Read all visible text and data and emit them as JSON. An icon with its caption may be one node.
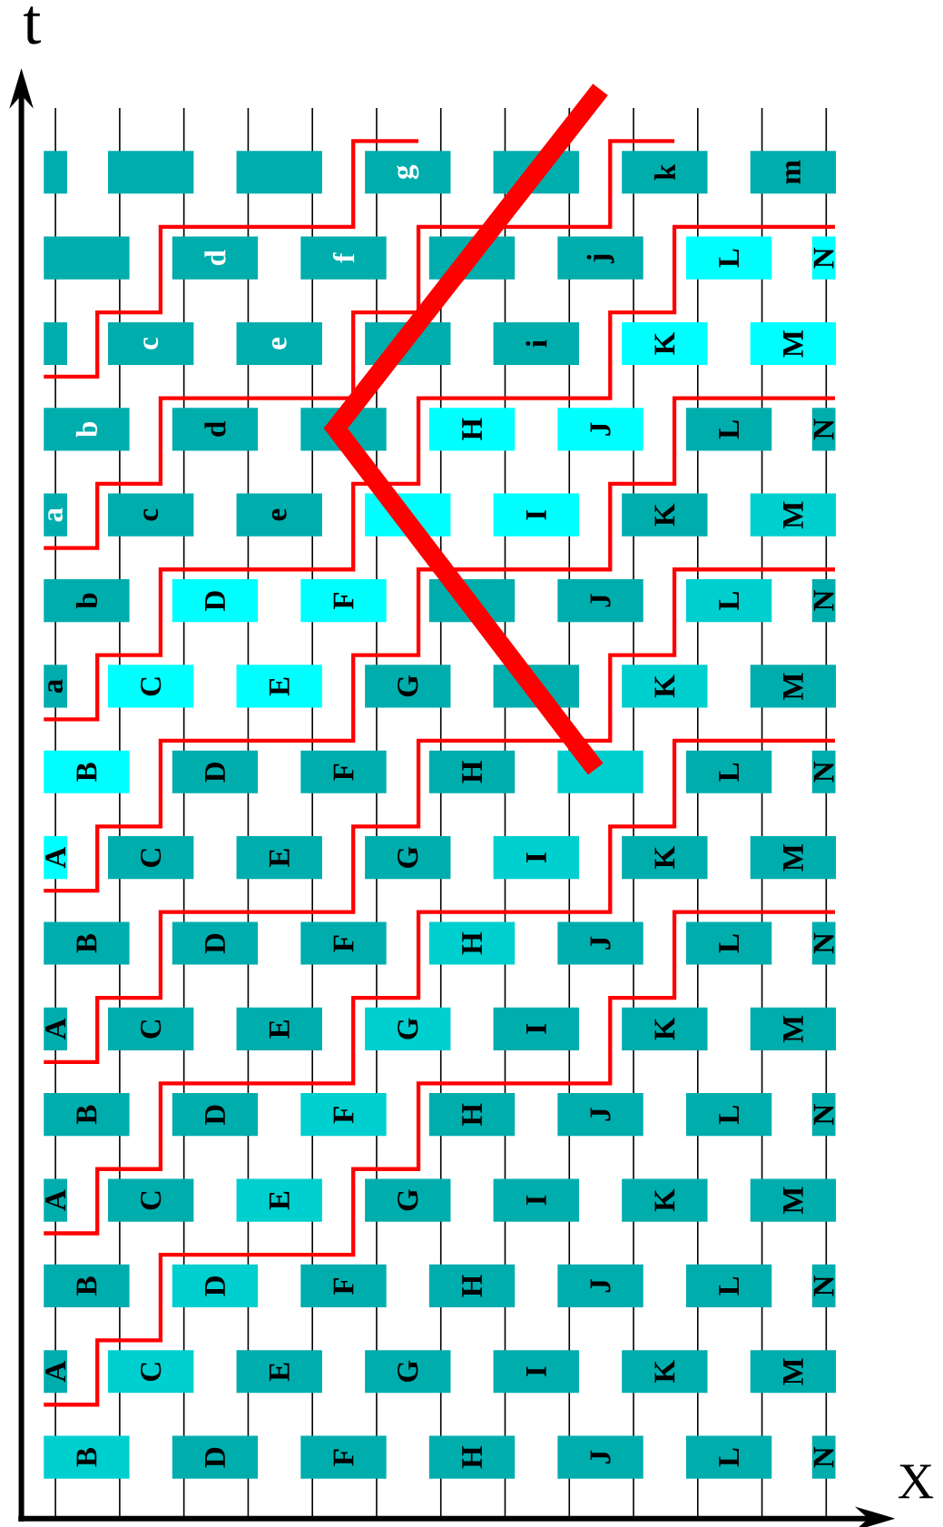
{
  "diagram": {
    "nodes": [
      {
        "text": [],
        "shape": "box"
      },
      {
        "text": [],
        "shape": "box"
      },
      {
        "text": [],
        "shape": "box"
      },
      {
        "text": [
          "g"
        ]
      },
      {
        "text": [],
        "shape": "box"
      },
      {
        "text": [
          "k"
        ]
      },
      {
        "text": [
          "m"
        ]
      },
      {
        "text": [],
        "shape": "box"
      },
      {
        "text": [
          "d"
        ]
      },
      {
        "text": [
          "f"
        ]
      },
      {
        "text": [],
        "shape": "box"
      },
      {
        "text": [
          "j"
        ]
      },
      {
        "text": [
          "L"
        ]
      },
      {
        "text": [
          "N"
        ]
      },
      {
        "text": [],
        "shape": "box"
      },
      {
        "text": [
          "c"
        ]
      },
      {
        "text": [
          "e"
        ]
      },
      {
        "text": [],
        "shape": "box"
      },
      {
        "text": [
          "i"
        ]
      },
      {
        "text": [
          "K"
        ]
      },
      {
        "text": [
          "M"
        ]
      },
      {
        "text": [
          "b"
        ]
      },
      {
        "text": [
          "d"
        ]
      },
      {
        "text": [],
        "shape": "box"
      },
      {
        "text": [
          "H"
        ]
      },
      {
        "text": [
          "J"
        ]
      },
      {
        "text": [
          "L"
        ]
      },
      {
        "text": [
          "N"
        ]
      },
      {
        "text": [
          "a"
        ]
      },
      {
        "text": [
          "c"
        ]
      },
      {
        "text": [
          "e"
        ]
      },
      {
        "text": [],
        "shape": "box"
      },
      {
        "text": [
          "I"
        ]
      },
      {
        "text": [
          "K"
        ]
      },
      {
        "text": [
          "M"
        ]
      },
      {
        "text": [
          "b"
        ]
      },
      {
        "text": [
          "D"
        ]
      },
      {
        "text": [
          "F"
        ]
      },
      {
        "text": [],
        "shape": "box"
      },
      {
        "text": [
          "J"
        ]
      },
      {
        "text": [
          "L"
        ]
      },
      {
        "text": [
          "N"
        ]
      },
      {
        "text": [
          "a"
        ]
      },
      {
        "text": [
          "C"
        ]
      },
      {
        "text": [
          "E"
        ]
      },
      {
        "text": [
          "G"
        ]
      },
      {
        "text": [],
        "shape": "box"
      },
      {
        "text": [
          "K"
        ]
      },
      {
        "text": [
          "M"
        ]
      },
      {
        "text": [
          "B"
        ]
      },
      {
        "text": [
          "D"
        ]
      },
      {
        "text": [
          "F"
        ]
      },
      {
        "text": [
          "H"
        ]
      },
      {
        "text": [],
        "shape": "box"
      },
      {
        "text": [
          "L"
        ]
      },
      {
        "text": [
          "N"
        ]
      },
      {
        "text": [
          "A"
        ]
      },
      {
        "text": [
          "C"
        ]
      },
      {
        "text": [
          "E"
        ]
      },
      {
        "text": [
          "G"
        ]
      },
      {
        "text": [
          "I"
        ]
      },
      {
        "text": [
          "K"
        ]
      },
      {
        "text": [
          "M"
        ]
      },
      {
        "text": [
          "B"
        ]
      },
      {
        "text": [
          "D"
        ]
      },
      {
        "text": [
          "F"
        ]
      },
      {
        "text": [
          "H"
        ]
      },
      {
        "text": [
          "J"
        ]
      },
      {
        "text": [
          "L"
        ]
      },
      {
        "text": [
          "N"
        ]
      },
      {
        "text": [
          "A"
        ]
      },
      {
        "text": [
          "C"
        ]
      },
      {
        "text": [
          "E"
        ]
      },
      {
        "text": [
          "G"
        ]
      },
      {
        "text": [
          "I"
        ]
      },
      {
        "text": [
          "K"
        ]
      },
      {
        "text": [
          "M"
        ]
      },
      {
        "text": [
          "B"
        ]
      },
      {
        "text": [
          "D"
        ]
      },
      {
        "text": [
          "F"
        ]
      },
      {
        "text": [
          "H"
        ]
      },
      {
        "text": [
          "J"
        ]
      },
      {
        "text": [
          "L"
        ]
      },
      {
        "text": [
          "N"
        ]
      },
      {
        "text": [
          "A"
        ]
      },
      {
        "text": [
          "C"
        ]
      },
      {
        "text": [
          "E"
        ]
      },
      {
        "text": [
          "G"
        ]
      },
      {
        "text": [
          "I"
        ]
      },
      {
        "text": [
          "K"
        ]
      },
      {
        "text": [
          "M"
        ]
      },
      {
        "text": [
          "B"
        ]
      },
      {
        "text": [
          "D"
        ]
      },
      {
        "text": [
          "F"
        ]
      },
      {
        "text": [
          "H"
        ]
      },
      {
        "text": [
          "J"
        ]
      },
      {
        "text": [
          "L"
        ]
      },
      {
        "text": [
          "N"
        ]
      },
      {
        "text": [
          "A"
        ]
      },
      {
        "text": [
          "C"
        ]
      },
      {
        "text": [
          "E"
        ]
      },
      {
        "text": [
          "G"
        ]
      },
      {
        "text": [
          "I"
        ]
      },
      {
        "text": [
          "K"
        ]
      },
      {
        "text": [
          "M"
        ]
      },
      {
        "text": [
          "B"
        ]
      },
      {
        "text": [
          "D"
        ]
      },
      {
        "text": [
          "F"
        ]
      },
      {
        "text": [
          "H"
        ]
      },
      {
        "text": [
          "J"
        ]
      },
      {
        "text": [
          "L"
        ]
      },
      {
        "text": [
          "N"
        ]
      }
    ],
    "labels": [
      "t",
      "X"
    ]
  }
}
